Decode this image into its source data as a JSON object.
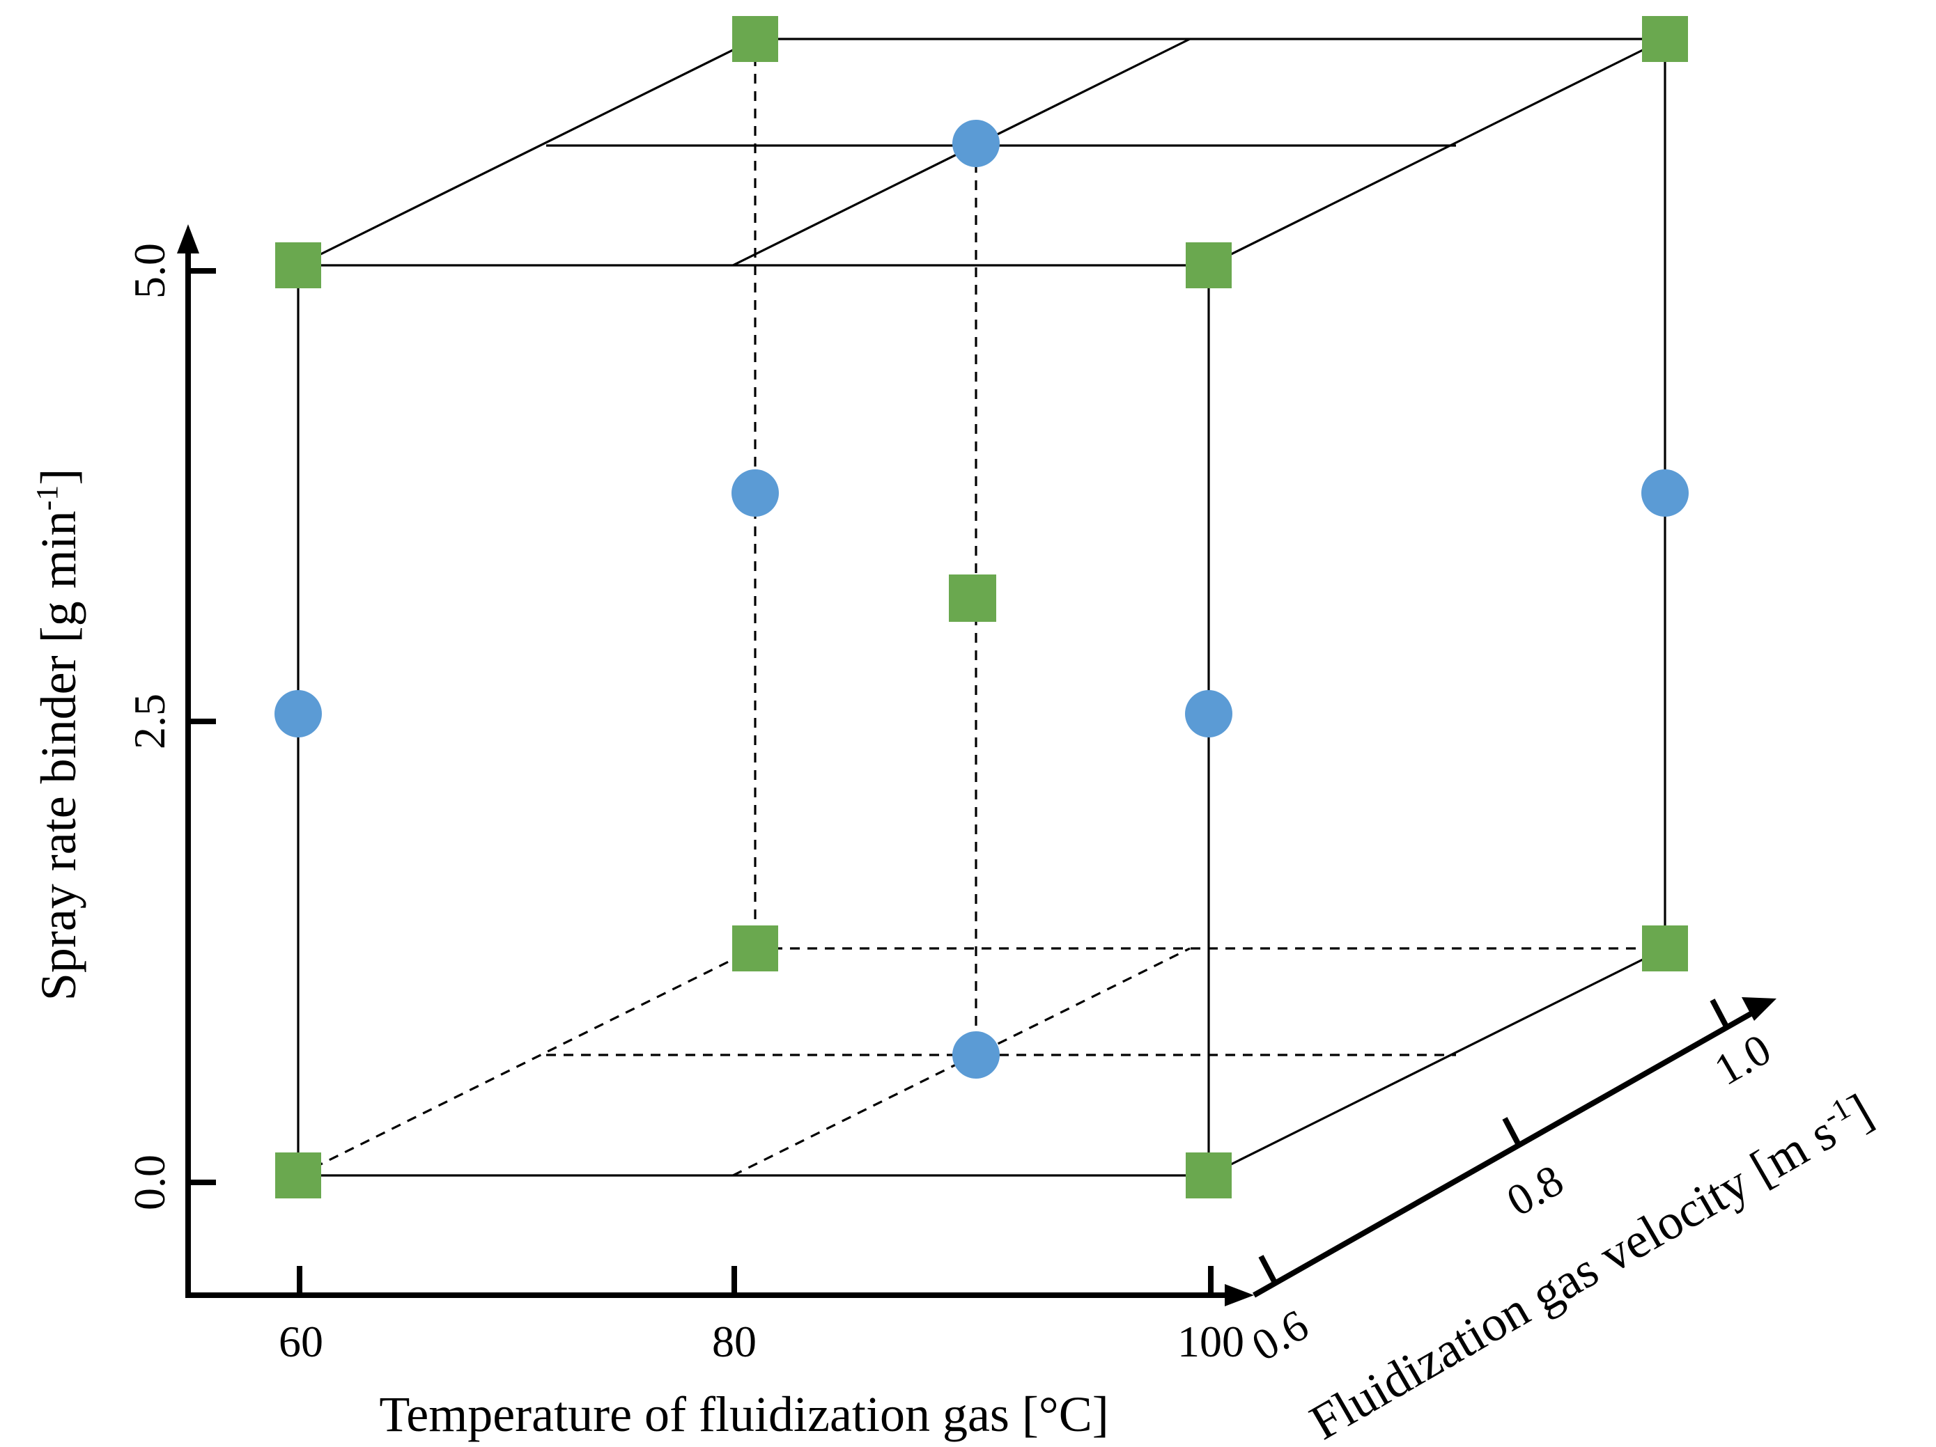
{
  "colors": {
    "factorial_point": "#6aa84f",
    "axial_point": "#5b9bd5",
    "line": "#000000"
  },
  "axes": {
    "x": {
      "label": "Temperature of fluidization gas [°C]",
      "ticks": [
        "60",
        "80",
        "100"
      ]
    },
    "y": {
      "label_main": "Spray rate binder [g min",
      "label_sup": "-1",
      "label_end": "]",
      "ticks": [
        "0.0",
        "2.5",
        "5.0"
      ]
    },
    "z": {
      "label_main": "Fluidization gas velocity [m s",
      "label_sup": "-1",
      "label_end": "]",
      "ticks": [
        "0.6",
        "0.8",
        "1.0"
      ]
    }
  },
  "design_points": {
    "factorial_marker": "square",
    "axial_marker": "circle"
  }
}
